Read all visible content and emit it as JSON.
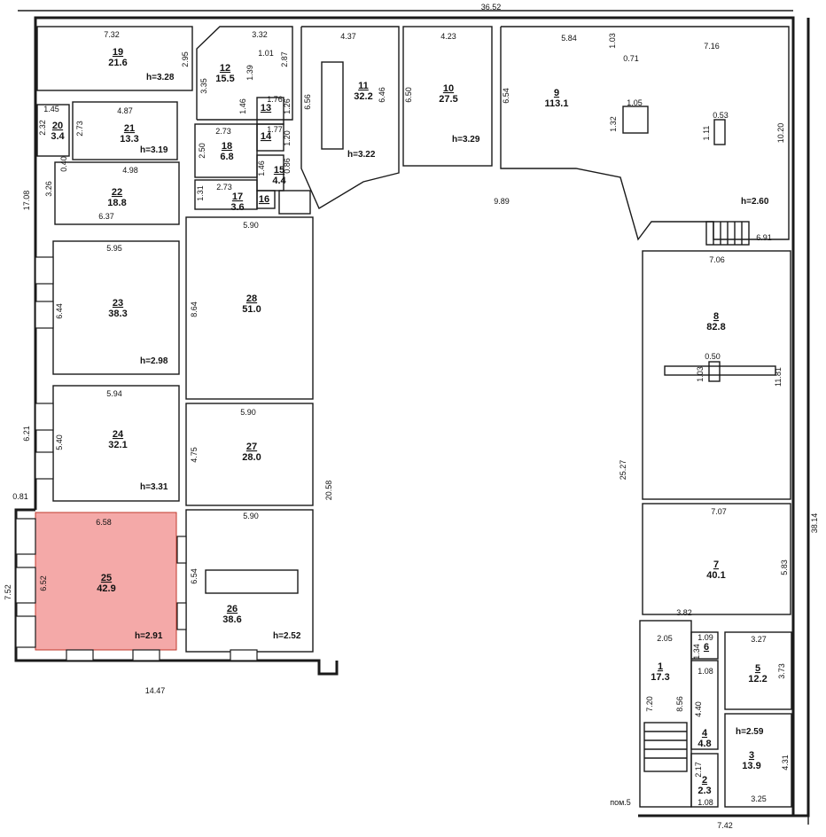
{
  "rooms": [
    {
      "num": "1",
      "area": "17.3"
    },
    {
      "num": "2",
      "area": "2.3"
    },
    {
      "num": "3",
      "area": "13.9"
    },
    {
      "num": "4",
      "area": "4.8"
    },
    {
      "num": "5",
      "area": "12.2"
    },
    {
      "num": "6",
      "area": ""
    },
    {
      "num": "7",
      "area": "40.1"
    },
    {
      "num": "8",
      "area": "82.8"
    },
    {
      "num": "9",
      "area": "113.1"
    },
    {
      "num": "10",
      "area": "27.5"
    },
    {
      "num": "11",
      "area": "32.2"
    },
    {
      "num": "12",
      "area": "15.5"
    },
    {
      "num": "13",
      "area": ""
    },
    {
      "num": "14",
      "area": ""
    },
    {
      "num": "15",
      "area": "4.4"
    },
    {
      "num": "16",
      "area": ""
    },
    {
      "num": "17",
      "area": "3.6"
    },
    {
      "num": "18",
      "area": "6.8"
    },
    {
      "num": "19",
      "area": "21.6"
    },
    {
      "num": "20",
      "area": "3.4"
    },
    {
      "num": "21",
      "area": "13.3"
    },
    {
      "num": "22",
      "area": "18.8"
    },
    {
      "num": "23",
      "area": "38.3"
    },
    {
      "num": "24",
      "area": "32.1"
    },
    {
      "num": "25",
      "area": "42.9"
    },
    {
      "num": "26",
      "area": "38.6"
    },
    {
      "num": "27",
      "area": "28.0"
    },
    {
      "num": "28",
      "area": "51.0"
    }
  ],
  "heights": [
    "h=3.28",
    "h=3.19",
    "h=3.22",
    "h=3.29",
    "h=2.60",
    "h=2.98",
    "h=3.31",
    "h=2.91",
    "h=2.52",
    "h=2.59"
  ],
  "dimensions": [
    "36.52",
    "7.32",
    "2.95",
    "3.32",
    "4.37",
    "4.23",
    "5.84",
    "1.03",
    "0.71",
    "7.16",
    "1.01",
    "2.87",
    "1.39",
    "3.35",
    "6.56",
    "6.46",
    "6.50",
    "6.54",
    "1.05",
    "0.53",
    "1.32",
    "1.11",
    "10.20",
    "1.45",
    "4.87",
    "2.32",
    "2.73",
    "1.76",
    "1.26",
    "1.46",
    "1.77",
    "1.20",
    "2.73",
    "2.50",
    "4.98",
    "0.40",
    "3.26",
    "0.86",
    "1.46",
    "2.73",
    "1.31",
    "17.08",
    "6.37",
    "9.89",
    "6.91",
    "5.95",
    "5.90",
    "7.06",
    "6.44",
    "8.64",
    "0.50",
    "1.03",
    "11.81",
    "5.94",
    "6.21",
    "5.40",
    "5.90",
    "4.75",
    "25.27",
    "0.81",
    "6.58",
    "5.90",
    "20.58",
    "7.07",
    "6.52",
    "6.54",
    "5.83",
    "38.14",
    "7.52",
    "3.82",
    "2.05",
    "1.09",
    "1.34",
    "3.27",
    "1.08",
    "3.73",
    "14.47",
    "7.20",
    "8.56",
    "4.40",
    "4.31",
    "2.17",
    "1.08",
    "3.25",
    "7.42"
  ],
  "labels": {
    "pom5": "пом.5"
  },
  "colors": {
    "highlight": "#f4a9a8",
    "highlight_stroke": "#c0392b"
  }
}
